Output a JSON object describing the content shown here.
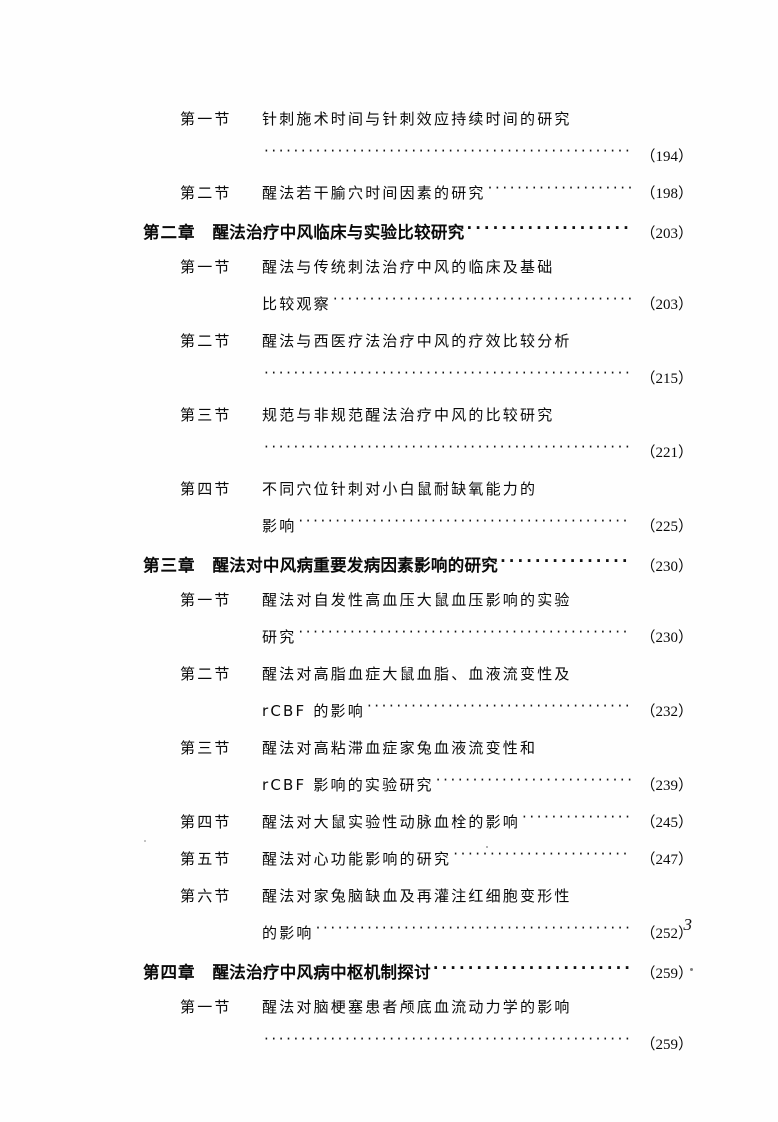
{
  "document": {
    "type": "table-of-contents",
    "language": "zh",
    "folio": "3"
  },
  "entries": [
    {
      "kind": "section",
      "label": "第一节",
      "title": "针刺施术时间与针刺效应持续时间的研究",
      "page": "",
      "wrapped": true
    },
    {
      "kind": "dotline",
      "label": "",
      "title": "",
      "page": "（194）"
    },
    {
      "kind": "section",
      "label": "第二节",
      "title": "醒法若干腧穴时间因素的研究",
      "page": "（198）"
    },
    {
      "kind": "chapter",
      "label": "第二章",
      "title": "醒法治疗中风临床与实验比较研究",
      "page": "（203）"
    },
    {
      "kind": "section",
      "label": "第一节",
      "title": "醒法与传统刺法治疗中风的临床及基础",
      "page": "",
      "wrapped": true
    },
    {
      "kind": "cont",
      "label": "",
      "title": "比较观察",
      "page": "（203）"
    },
    {
      "kind": "section",
      "label": "第二节",
      "title": "醒法与西医疗法治疗中风的疗效比较分析",
      "page": "",
      "wrapped": true
    },
    {
      "kind": "dotline",
      "label": "",
      "title": "",
      "page": "（215）"
    },
    {
      "kind": "section",
      "label": "第三节",
      "title": "规范与非规范醒法治疗中风的比较研究",
      "page": "",
      "wrapped": true
    },
    {
      "kind": "dotline",
      "label": "",
      "title": "",
      "page": "（221）"
    },
    {
      "kind": "section",
      "label": "第四节",
      "title": "不同穴位针刺对小白鼠耐缺氧能力的",
      "page": "",
      "wrapped": true
    },
    {
      "kind": "cont",
      "label": "",
      "title": "影响",
      "page": "（225）"
    },
    {
      "kind": "chapter",
      "label": "第三章",
      "title": "醒法对中风病重要发病因素影响的研究",
      "page": "（230）"
    },
    {
      "kind": "section",
      "label": "第一节",
      "title": "醒法对自发性高血压大鼠血压影响的实验",
      "page": "",
      "wrapped": true
    },
    {
      "kind": "cont",
      "label": "",
      "title": "研究",
      "page": "（230）"
    },
    {
      "kind": "section",
      "label": "第二节",
      "title": "醒法对高脂血症大鼠血脂、血液流变性及",
      "page": "",
      "wrapped": true
    },
    {
      "kind": "cont",
      "label": "",
      "title": "rCBF 的影响",
      "page": "（232）"
    },
    {
      "kind": "section",
      "label": "第三节",
      "title": "醒法对高粘滞血症家兔血液流变性和",
      "page": "",
      "wrapped": true
    },
    {
      "kind": "cont",
      "label": "",
      "title": "rCBF 影响的实验研究",
      "page": "（239）"
    },
    {
      "kind": "section",
      "label": "第四节",
      "title": "醒法对大鼠实验性动脉血栓的影响",
      "page": "（245）"
    },
    {
      "kind": "section",
      "label": "第五节",
      "title": "醒法对心功能影响的研究",
      "page": "（247）"
    },
    {
      "kind": "section",
      "label": "第六节",
      "title": "醒法对家兔脑缺血及再灌注红细胞变形性",
      "page": "",
      "wrapped": true
    },
    {
      "kind": "cont",
      "label": "",
      "title": "的影响",
      "page": "（252）"
    },
    {
      "kind": "chapter",
      "label": "第四章",
      "title": "醒法治疗中风病中枢机制探讨",
      "page": "（259）"
    },
    {
      "kind": "section",
      "label": "第一节",
      "title": "醒法对脑梗塞患者颅底血流动力学的影响",
      "page": "",
      "wrapped": true
    },
    {
      "kind": "dotline",
      "label": "",
      "title": "",
      "page": "（259）"
    }
  ]
}
